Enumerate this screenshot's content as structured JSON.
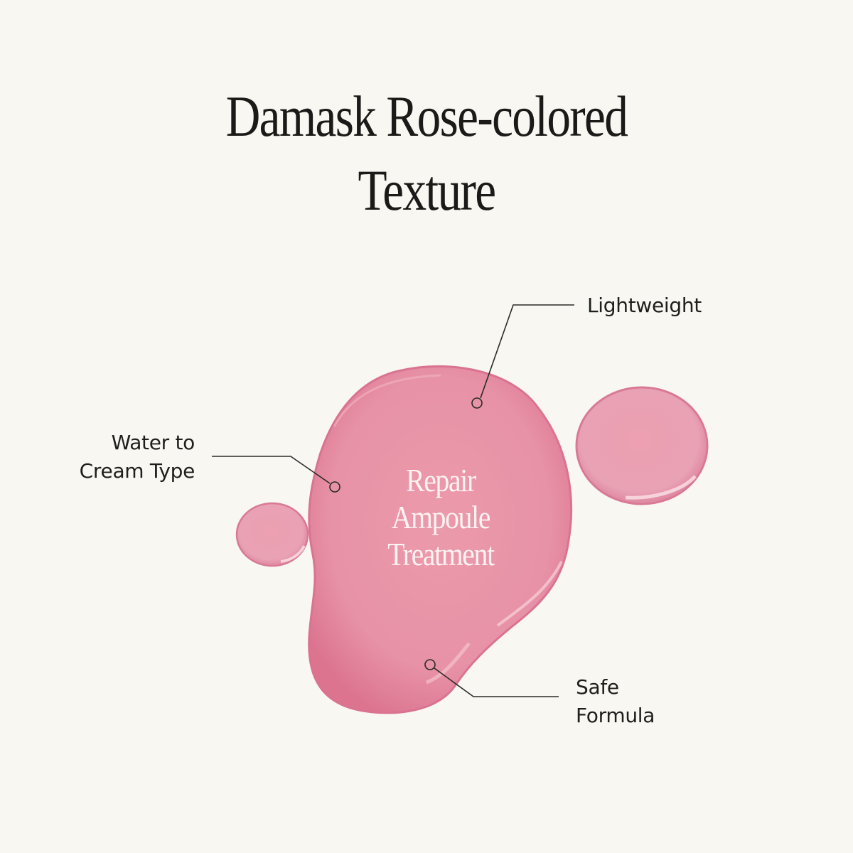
{
  "title": {
    "line1": "Damask Rose-colored",
    "line2": "Texture"
  },
  "product": {
    "line1": "Repair",
    "line2": "Ampoule",
    "line3": "Treatment"
  },
  "callouts": [
    {
      "id": "lightweight",
      "lines": [
        "Lightweight"
      ]
    },
    {
      "id": "water-to-cream",
      "lines": [
        "Water to",
        "Cream Type"
      ]
    },
    {
      "id": "safe-formula",
      "lines": [
        "Safe",
        "Formula"
      ]
    }
  ],
  "colors": {
    "background": "#f8f7f2",
    "drop_pink": "#e793a7",
    "drop_edge": "#d96e8b",
    "text_dark": "#1b1a18",
    "text_light": "#fdf3f3"
  }
}
